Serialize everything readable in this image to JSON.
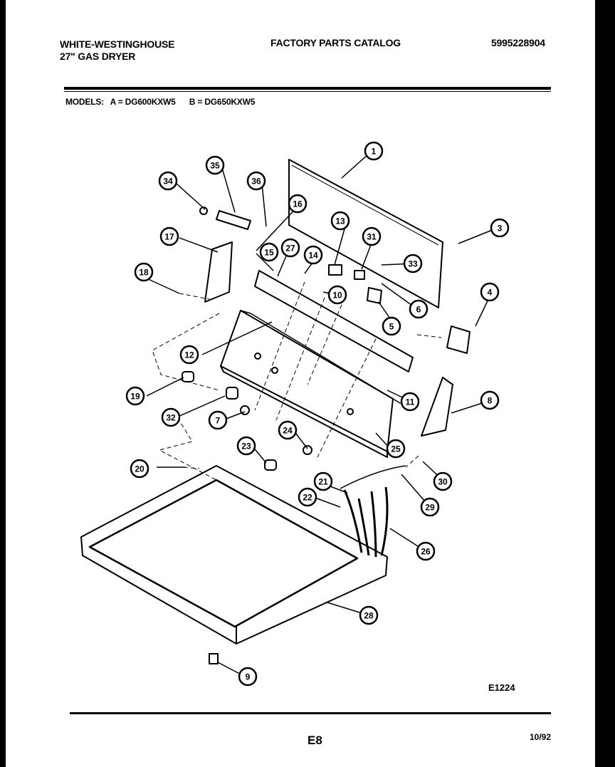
{
  "header": {
    "brand": "WHITE-WESTINGHOUSE",
    "product": "27\" GAS DRYER",
    "catalog_title": "FACTORY PARTS CATALOG",
    "catalog_number": "5995228904"
  },
  "models": {
    "label": "MODELS:",
    "model_a": "A = DG600KXW5",
    "model_b": "B = DG650KXW5"
  },
  "diagram": {
    "code": "E1224",
    "callouts": [
      "1",
      "3",
      "4",
      "5",
      "6",
      "7",
      "8",
      "9",
      "10",
      "11",
      "12",
      "13",
      "14",
      "15",
      "16",
      "17",
      "18",
      "19",
      "20",
      "21",
      "22",
      "23",
      "24",
      "25",
      "26",
      "27",
      "28",
      "29",
      "30",
      "31",
      "32",
      "33",
      "34",
      "35",
      "36"
    ]
  },
  "footer": {
    "page": "E8",
    "date": "10/92"
  }
}
